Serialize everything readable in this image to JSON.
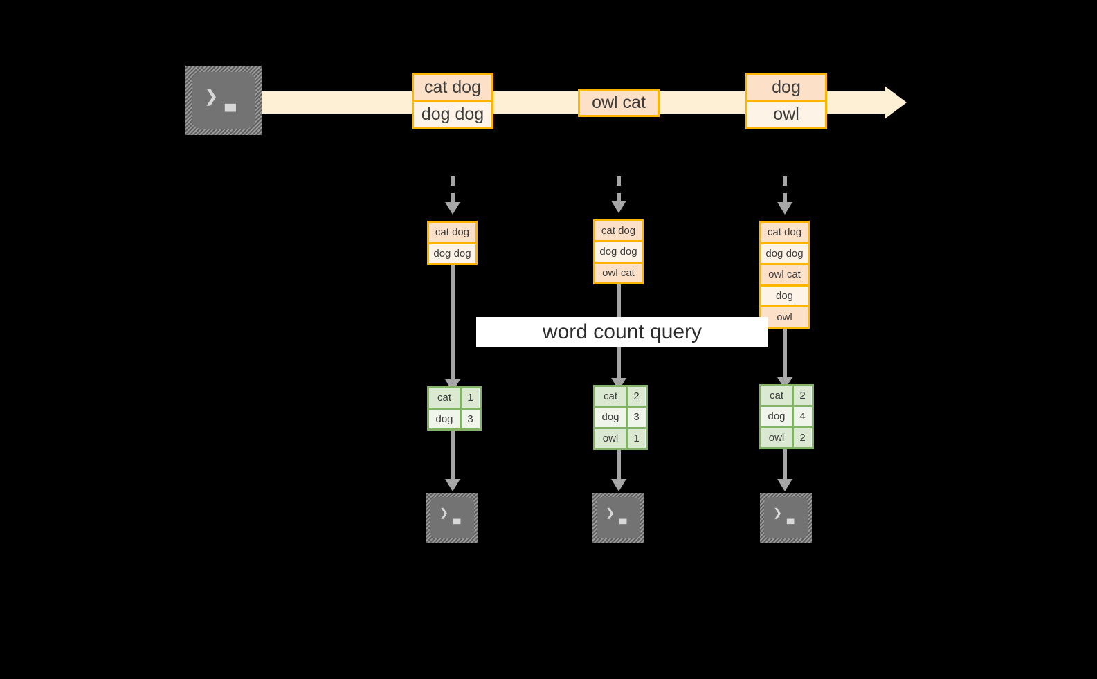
{
  "diagram": {
    "query_label": "word count query",
    "colors": {
      "event_border": "#ffb400",
      "event_fill_light": "#fdf3e7",
      "event_fill_shaded": "#fce0c8",
      "stream_band": "#fdf0d5",
      "table_border": "#82b366",
      "table_fill_light": "#f0f5ec",
      "table_fill_shaded": "#dbe8d2",
      "connector": "#a6a6a6",
      "terminal_screen": "#737373",
      "background": "#000000",
      "label_background": "#ffffff"
    },
    "icons": {
      "terminal_prompt": "❯",
      "terminal_cursor": "▃",
      "source_terminal_name": "terminal-icon",
      "sink_terminal_name": "terminal-icon"
    },
    "stream": {
      "name": "event-stream-arrow",
      "events": [
        {
          "id": "event-batch-1",
          "rows": [
            {
              "text": "cat dog",
              "shaded": true
            },
            {
              "text": "dog dog",
              "shaded": false
            }
          ]
        },
        {
          "id": "event-batch-2",
          "rows": [
            {
              "text": "owl cat",
              "shaded": true
            }
          ]
        },
        {
          "id": "event-batch-3",
          "rows": [
            {
              "text": "dog",
              "shaded": true
            },
            {
              "text": "owl",
              "shaded": false
            }
          ]
        }
      ]
    },
    "stages": [
      {
        "id": "stage-1",
        "accumulated": {
          "rows": [
            {
              "text": "cat dog",
              "shaded": true
            },
            {
              "text": "dog dog",
              "shaded": false
            }
          ]
        },
        "counts": {
          "rows": [
            {
              "word": "cat",
              "count": "1",
              "shaded": true
            },
            {
              "word": "dog",
              "count": "3",
              "shaded": false
            }
          ]
        }
      },
      {
        "id": "stage-2",
        "accumulated": {
          "rows": [
            {
              "text": "cat dog",
              "shaded": true
            },
            {
              "text": "dog dog",
              "shaded": false
            },
            {
              "text": "owl cat",
              "shaded": true
            }
          ]
        },
        "counts": {
          "rows": [
            {
              "word": "cat",
              "count": "2",
              "shaded": true
            },
            {
              "word": "dog",
              "count": "3",
              "shaded": false
            },
            {
              "word": "owl",
              "count": "1",
              "shaded": true
            }
          ]
        }
      },
      {
        "id": "stage-3",
        "accumulated": {
          "rows": [
            {
              "text": "cat dog",
              "shaded": true
            },
            {
              "text": "dog dog",
              "shaded": false
            },
            {
              "text": "owl cat",
              "shaded": true
            },
            {
              "text": "dog",
              "shaded": false
            },
            {
              "text": "owl",
              "shaded": true
            }
          ]
        },
        "counts": {
          "rows": [
            {
              "word": "cat",
              "count": "2",
              "shaded": true
            },
            {
              "word": "dog",
              "count": "4",
              "shaded": false
            },
            {
              "word": "owl",
              "count": "2",
              "shaded": true
            }
          ]
        }
      }
    ]
  }
}
